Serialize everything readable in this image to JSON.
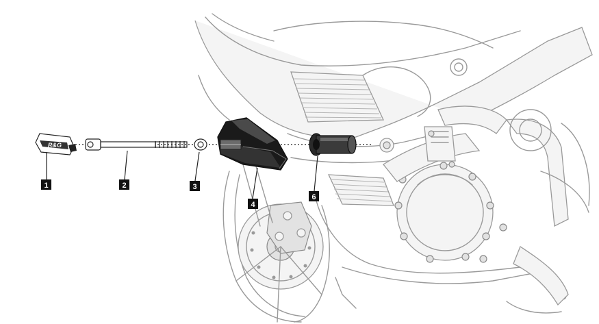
{
  "diagram": {
    "callouts": [
      {
        "id": "1",
        "label": "1"
      },
      {
        "id": "2",
        "label": "2"
      },
      {
        "id": "3",
        "label": "3"
      },
      {
        "id": "4",
        "label": "4"
      },
      {
        "id": "6",
        "label": "6"
      }
    ],
    "cap_logo_text": "R&G",
    "colors": {
      "callout_bg": "#111111",
      "callout_text": "#ffffff",
      "line_art": "#9a9a9a",
      "parts": "#222222"
    }
  }
}
